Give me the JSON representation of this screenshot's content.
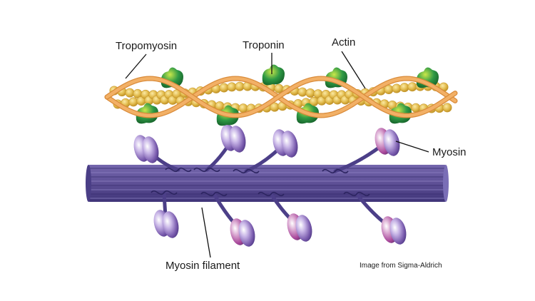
{
  "labels": {
    "tropomyosin": "Tropomyosin",
    "troponin": "Troponin",
    "actin": "Actin",
    "myosin": "Myosin",
    "myosin_filament": "Myosin filament"
  },
  "credit": "Image from Sigma-Aldrich",
  "colors": {
    "actin_bead": "#e0b848",
    "actin_bead_edge": "#c99a2e",
    "tropomyosin": "#f2b066",
    "troponin": "#2f9a45",
    "filament": "#5e5096",
    "filament_dark": "#3f3478",
    "myosin_head": "#7a5cae",
    "myosin_head_pink": "#b04a9a",
    "label_line": "#111111"
  }
}
